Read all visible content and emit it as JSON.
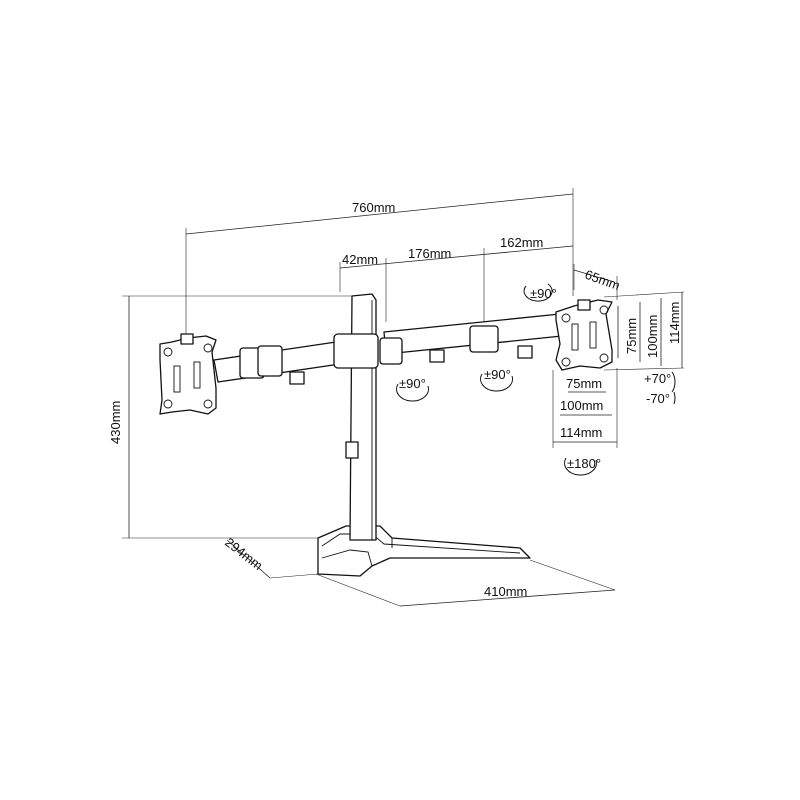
{
  "dimensions": {
    "total_width": "760mm",
    "pole_offset": "42mm",
    "arm_segment_1": "176mm",
    "arm_segment_2": "162mm",
    "tilt_depth": "65mm",
    "height": "430mm",
    "base_depth": "294mm",
    "base_width": "410mm",
    "vesa_75_h": "75mm",
    "vesa_100_h": "100mm",
    "vesa_114_h": "114mm",
    "vesa_75_w": "75mm",
    "vesa_100_w": "100mm",
    "vesa_114_w": "114mm"
  },
  "rotations": {
    "tilt_top": "±90°",
    "joint_1": "±90°",
    "joint_2": "±90°",
    "tilt_plus": "+70°",
    "tilt_minus": "-70°",
    "rotate_plate": "±180°"
  },
  "colors": {
    "line": "#111111",
    "background": "#ffffff"
  }
}
